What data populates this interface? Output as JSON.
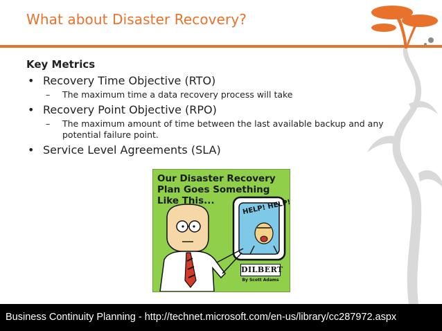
{
  "slide": {
    "title": "What about Disaster Recovery?",
    "heading": "Key Metrics",
    "bullets": [
      {
        "text": "Recovery Time Objective (RTO)",
        "sub": [
          "The maximum time a data recovery process will take"
        ]
      },
      {
        "text": "Recovery Point Objective (RPO)",
        "sub": [
          "The maximum amount of time between the last available backup and any potential failure point."
        ]
      },
      {
        "text": "Service Level Agreements (SLA)",
        "sub": []
      }
    ],
    "bullet_glyph": "•",
    "dash_glyph": "–"
  },
  "comic": {
    "caption": "Our Disaster Recovery Plan Goes Something Like This...",
    "speech": "HELP! HELP!",
    "logo": "DILBERT",
    "byline": "By Scott Adams",
    "background_color": "#8fcf4a"
  },
  "footer": {
    "text": "Business Continuity Planning - http://technet.microsoft.com/en-us/library/cc287972.aspx"
  },
  "colors": {
    "accent": "#e8712b",
    "tree": "#d8d8d8",
    "footer_bg": "#000000"
  },
  "icons": {
    "decoration": "tree-illustration-icon",
    "bullet": "bullet-dot-icon"
  }
}
